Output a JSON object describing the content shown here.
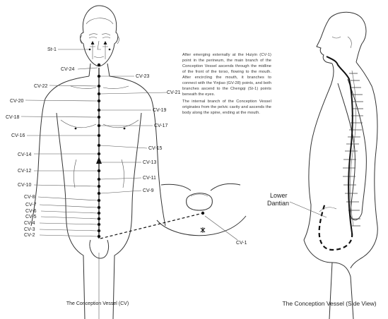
{
  "front_labels": {
    "st1": "St-1",
    "cv24": "CV-24",
    "cv23": "CV-23",
    "cv22": "CV-22",
    "cv21": "CV-21",
    "cv20": "CV-20",
    "cv19": "CV-19",
    "cv18": "CV-18",
    "cv17": "CV-17",
    "cv16": "CV-16",
    "cv15": "CV-15",
    "cv14": "CV-14",
    "cv13": "CV-13",
    "cv12": "CV-12",
    "cv11": "CV-11",
    "cv10": "CV-10",
    "cv9": "CV-9",
    "cv8": "CV-8",
    "cv7": "CV-7",
    "cv6": "CV-6",
    "cv5": "CV-5",
    "cv4": "CV-4",
    "cv3": "CV-3",
    "cv2": "CV-2",
    "cv1": "CV-1"
  },
  "description": {
    "paragraph1": "After emerging externally at the Huiyin (CV-1) point in the perineum, the main branch of the Conception Vessel ascends through the midline of the front of the torso, flowing to the mouth. After encircling the mouth, it branches to connect with the Yinjiao (GV-28) points, and both branches ascend to the Chengqi (St-1) points beneath the eyes.",
    "paragraph2": "The internal branch of the Conception Vessel originates from the pelvic cavity and ascends the body along the spine, ending at the mouth."
  },
  "side_labels": {
    "dantian": "Lower\nDantian",
    "dantian_line1": "Lower",
    "dantian_line2": "Dantian"
  },
  "captions": {
    "front": "The Conception Vessel (CV)",
    "side": "The Conception Vessel (Side View)"
  }
}
